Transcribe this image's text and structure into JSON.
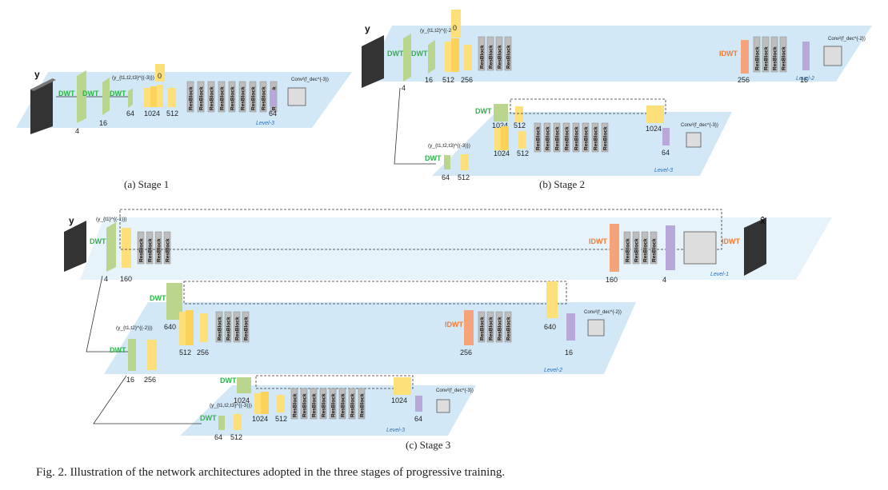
{
  "caption": "Fig. 2.  Illustration of the network architectures adopted in the three stages of progressive training.",
  "subcaptions": {
    "a": "(a) Stage 1",
    "b": "(b) Stage 2",
    "c": "(c) Stage 3"
  },
  "ops": {
    "dwt": "DWT",
    "idwt": "IDWT",
    "resblock": "ResBlock"
  },
  "symbols": {
    "input": "y",
    "output": "x̂",
    "zero": "0"
  },
  "levels": {
    "l1": "Level-1",
    "l2": "Level-2",
    "l3": "Level-3"
  },
  "tensors": {
    "y1": "(y_{t1}^{(-1)})",
    "y2": "(y_{t1,t2}^{(-2)})",
    "y3": "(y_{t1,t2,t3}^{(-3)})"
  },
  "conv_labels": {
    "dec2": "Conv²(f_dec^{-2})",
    "dec3": "Conv²(f_dec^{-3})"
  },
  "channels": {
    "a": [
      "4",
      "16",
      "64",
      "1024",
      "512",
      "64"
    ],
    "b": [
      "4",
      "16",
      "512",
      "256",
      "256",
      "16",
      "1024",
      "512",
      "1024",
      "512",
      "1024",
      "64",
      "64",
      "512"
    ],
    "c": [
      "4",
      "160",
      "160",
      "4",
      "640",
      "512",
      "256",
      "256",
      "640",
      "16",
      "16",
      "256",
      "1024",
      "1024",
      "512",
      "1024",
      "64",
      "64",
      "512"
    ]
  },
  "colors": {
    "plane": "#d3e8f7",
    "plane_l1": "#e6f3fb",
    "dwt": "#2fb34a",
    "idwt": "#f07c35",
    "green_block": "#b9d58e",
    "yellow_block": "#fde07a",
    "orange_block": "#f5a37a",
    "purple_block": "#b7a8d9",
    "resblock": "#bdbdbd"
  }
}
